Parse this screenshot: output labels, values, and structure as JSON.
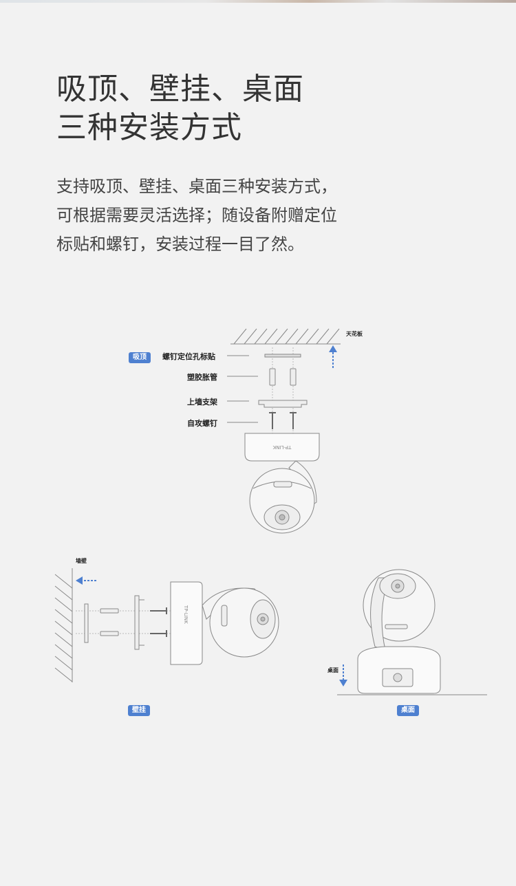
{
  "heading": {
    "line1": "吸顶、壁挂、桌面",
    "line2": "三种安装方式"
  },
  "description": {
    "line1": "支持吸顶、壁挂、桌面三种安装方式，",
    "line2": "可根据需要灵活选择；随设备附赠定位",
    "line3": "标贴和螺钉，安装过程一目了然。"
  },
  "ceiling_diagram": {
    "tag": "吸顶",
    "ceiling_label": "天花板",
    "parts": {
      "sticker": "螺钉定位孔标贴",
      "anchor": "塑胶胀管",
      "bracket": "上墙支架",
      "screw": "自攻螺钉"
    },
    "brand_text": "TP-LINK"
  },
  "wall_diagram": {
    "tag": "壁挂",
    "wall_label": "墙壁",
    "brand_text": "TP-LINK"
  },
  "desk_diagram": {
    "tag": "桌面",
    "desk_label": "桌面"
  },
  "colors": {
    "background": "#f2f2f2",
    "tag_blue": "#4e80d0",
    "arrow_blue": "#4e80d0",
    "line_gray": "#888888"
  }
}
